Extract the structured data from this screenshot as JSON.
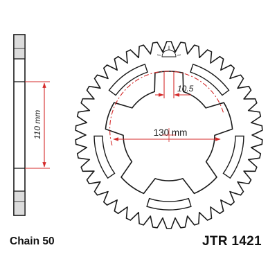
{
  "drawing": {
    "tooth_count": 42,
    "bolt_count": 5,
    "colors": {
      "outline": "#1a1a1a",
      "dimension": "#d42a2a",
      "background": "#ffffff"
    }
  },
  "dimensions": {
    "bolt_circle": "130 mm",
    "hole_diameter": "10.5",
    "profile_height": "110 mm"
  },
  "labels": {
    "chain": "Chain 50",
    "part_number": "JTR 1421"
  }
}
